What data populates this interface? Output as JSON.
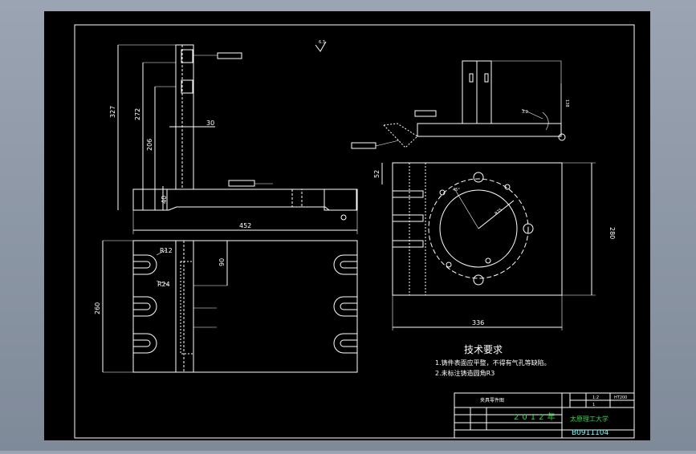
{
  "drawing": {
    "front_view": {
      "dims": {
        "overall_height": "327",
        "mid_height": "272",
        "lower_height": "206",
        "width_small": "30",
        "base_thickness": "40",
        "length": "452"
      },
      "roughness": "6.3"
    },
    "top_right_view": {
      "dims": {
        "right_height": "138",
        "small": "3.2"
      }
    },
    "bottom_left_view": {
      "dims": {
        "height": "260",
        "radius_small": "R12",
        "radius_large": "R24",
        "spacing": "90"
      }
    },
    "plan_view": {
      "dims": {
        "height": "280",
        "width": "336",
        "top_offset": "52",
        "radius": "R75",
        "angle": "45°"
      }
    },
    "notes": {
      "title": "技术要求",
      "lines": [
        "1.铸件表面应平整，不得有气孔等缺陷。",
        "2.未标注铸造圆角R3"
      ]
    },
    "title_block": {
      "part_name": "夹具零件图",
      "scale": "1:2",
      "material": "HT200",
      "sheet": "1",
      "date": "2012年",
      "school": "太原理工大学",
      "drawing_number": "B0911104"
    }
  }
}
